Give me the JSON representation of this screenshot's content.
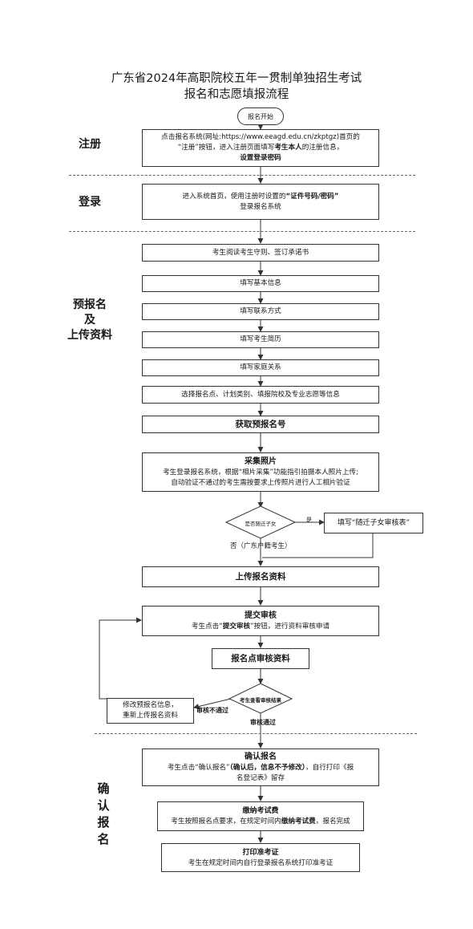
{
  "title": {
    "line1": "广东省2024年高职院校五年一贯制单独招生考试",
    "line2": "报名和志愿填报流程"
  },
  "sections": {
    "register": "注册",
    "login": "登录",
    "pre_register": [
      "预报名",
      "及",
      "上传资料"
    ],
    "confirm": [
      "确",
      "认",
      "报",
      "名"
    ]
  },
  "start": "报名开始",
  "steps": {
    "register": {
      "line1": "点击报名系统(网址:https://www.eeagd.edu.cn/zkptgz)首页的",
      "line2_a": "“注册”按钮，进入注册页面填写",
      "line2_b": "考生本人",
      "line2_c": "的注册信息，",
      "line3": "设置登录密码"
    },
    "login": {
      "line1_a": "进入系统首页，使用注册时设置的",
      "line1_b": "“证件号码/密码”",
      "line2": "登录报名系统"
    },
    "read_rules": "考生阅读考生守则、签订承诺书",
    "basic_info": "填写基本信息",
    "contact": "填写联系方式",
    "resume": "填写考生简历",
    "family": "填写家庭关系",
    "choose": "选择报名点、计划类别、填报院校及专业志愿等信息",
    "get_number": "获取预报名号",
    "photo": {
      "title": "采集照片",
      "line1": "考生登录报名系统，根据“相片采集”功能指引拍摄本人照片上传;",
      "line2": "自动验证不通过的考生需按要求上传照片进行人工相片验证"
    },
    "migrant_decision": "是否随迁子女",
    "migrant_yes": "是",
    "migrant_form": "填写“随迁子女审核表”",
    "migrant_no": "否（广东户籍考生）",
    "upload": "上传报名资料",
    "submit": {
      "title": "提交审核",
      "line1_a": "考生点击“",
      "line1_b": "提交审核",
      "line1_c": "”按钮，进行资料审核申请"
    },
    "review": "报名点审核资料",
    "check_decision": "考生查看审核结果",
    "fail_label": "审核不通过",
    "modify": {
      "line1": "修改预报名信息，",
      "line2": "重新上传报名资料"
    },
    "pass_label": "审核通过",
    "confirm": {
      "title": "确认报名",
      "line1_a": "考生点击“确认报名”",
      "line1_b": "（确认后，信息不予修改）",
      "line1_c": "，自行打印《报",
      "line2": "名登记表》留存"
    },
    "fee": {
      "title": "缴纳考试费",
      "line1_a": "考生按照报名点要求，在规定时间内",
      "line1_b": "缴纳考试费",
      "line1_c": "，报名完成"
    },
    "print": {
      "title": "打印准考证",
      "line1": "考生在规定时间内自行登录报名系统打印准考证"
    }
  }
}
